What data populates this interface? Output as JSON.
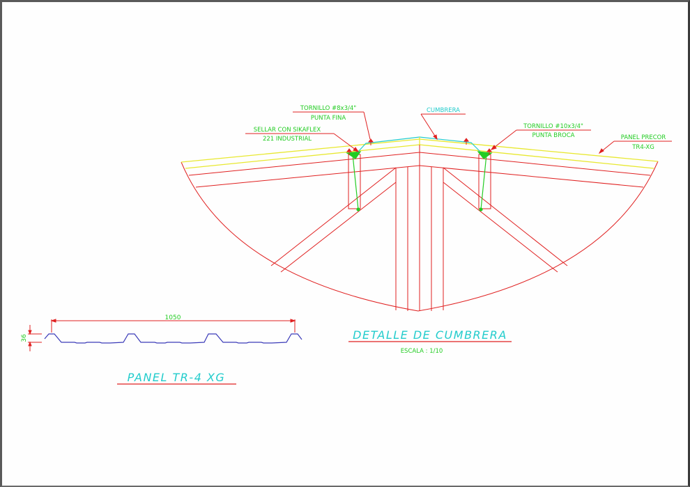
{
  "colors": {
    "red": "#e02020",
    "green": "#22cc22",
    "cyan": "#22cccc",
    "yellow": "#e8e830",
    "blue": "#3a3ab8",
    "background": "#fefefe"
  },
  "labels": {
    "screw_left": {
      "line1": "TORNILLO #8x3/4\"",
      "line2": "PUNTA FINA"
    },
    "sealant": {
      "line1": "SELLAR CON SIKAFLEX",
      "line2": "221 INDUSTRIAL"
    },
    "ridge": {
      "line1": "CUMBRERA"
    },
    "screw_right": {
      "line1": "TORNILLO #10x3/4\"",
      "line2": "PUNTA BROCA"
    },
    "panel": {
      "line1": "PANEL PRECOR",
      "line2": "TR4-XG"
    }
  },
  "detail": {
    "title": "DETALLE DE CUMBRERA",
    "scale": "ESCALA : 1/10"
  },
  "panel_profile": {
    "title": "PANEL TR-4 XG",
    "width_dim": "1050",
    "height_dim": "36"
  }
}
